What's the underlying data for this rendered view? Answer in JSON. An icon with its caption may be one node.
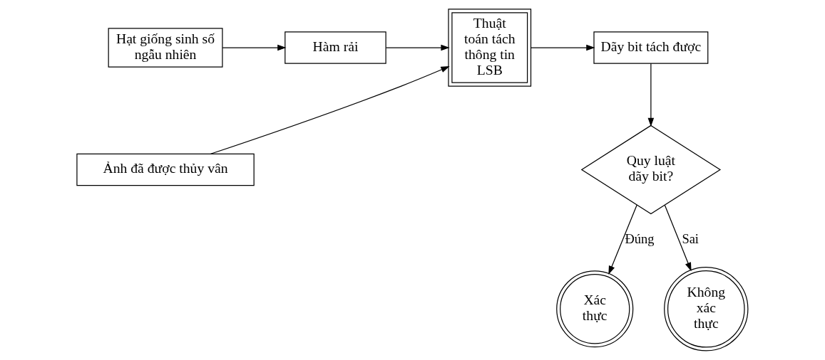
{
  "diagram": {
    "nodes": [
      {
        "text": [
          "Hạt giống sinh số ngẫu nhiên"
        ]
      },
      {
        "text": [
          "Hàm rải"
        ]
      },
      {
        "text": [
          "Thuật toán tách thông tin LSB"
        ]
      },
      {
        "text": [
          "Dãy bit tách được"
        ]
      },
      {
        "text": [
          "Ảnh đã được thủy vân"
        ]
      },
      {
        "text": [
          "Quy luật dãy bit?"
        ]
      },
      {
        "text": [
          "Xác thực"
        ]
      },
      {
        "text": [
          "Không xác thực"
        ]
      }
    ],
    "edges": [
      {
        "from": 0,
        "to": 1,
        "arrow": "to"
      },
      {
        "from": 1,
        "to": 2,
        "arrow": "to"
      },
      {
        "from": 4,
        "to": 2,
        "arrow": "to"
      },
      {
        "from": 2,
        "to": 3,
        "arrow": "to"
      },
      {
        "from": 3,
        "to": 5,
        "arrow": "to"
      },
      {
        "from": 5,
        "to": 6,
        "label": "Đúng",
        "arrow": "to"
      },
      {
        "from": 5,
        "to": 7,
        "label": "Sai",
        "arrow": "to"
      }
    ]
  }
}
